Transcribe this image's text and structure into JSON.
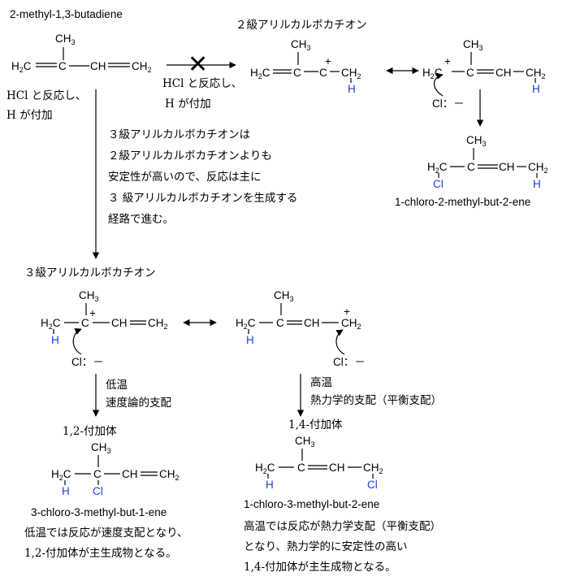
{
  "labels": {
    "start_name": "2-methyl-1,3-butadiene",
    "secondary_title": "２級アリルカルボカチオン",
    "tertiary_title": "３級アリルカルボカチオン",
    "cross_cond_1": "HCl と反応し、",
    "cross_cond_2": "H が付加",
    "left_cond_1": "HCl と反応し、",
    "left_cond_2": "H が付加",
    "note_1": "３級アリルカルボカチオンは",
    "note_2": "２級アリルカルボカチオンよりも",
    "note_3": "安定性が高いので、反応は主に",
    "note_4": "３ 級アリルカルボカチオンを生成する",
    "note_5": "経路で進む。",
    "product_sec_name": "1-chloro-2-methyl-but-2-ene",
    "low_temp": "低温",
    "kinetic": "速度論的支配",
    "add12": "1,2-付加体",
    "high_temp": "高温",
    "thermo": "熱力学的支配（平衡支配）",
    "add14": "1,4-付加体",
    "product12_name": "3-chloro-3-methyl-but-1-ene",
    "product14_name": "1-chloro-3-methyl-but-2-ene",
    "concl_left_1": "低温では反応が速度支配となり、",
    "concl_left_2": "1,2-付加体が主生成物となる。",
    "concl_right_1": "高温では反応が熱力学支配（平衡支配）",
    "concl_right_2": "となり、熱力学的に安定性の高い",
    "concl_right_3": "1,4-付加体が主生成物となる。"
  },
  "atoms": {
    "ch3": "CH",
    "sub3": "3",
    "h2c": "H",
    "ch2": "CH",
    "sub2": "2",
    "c": "C",
    "ch": "CH",
    "h": "H",
    "cl": "Cl",
    "cl_anion": "Cl：－",
    "plus": "+",
    "cross": "✕"
  },
  "colors": {
    "text": "#000000",
    "hydrogen": "#1f3fd6"
  }
}
